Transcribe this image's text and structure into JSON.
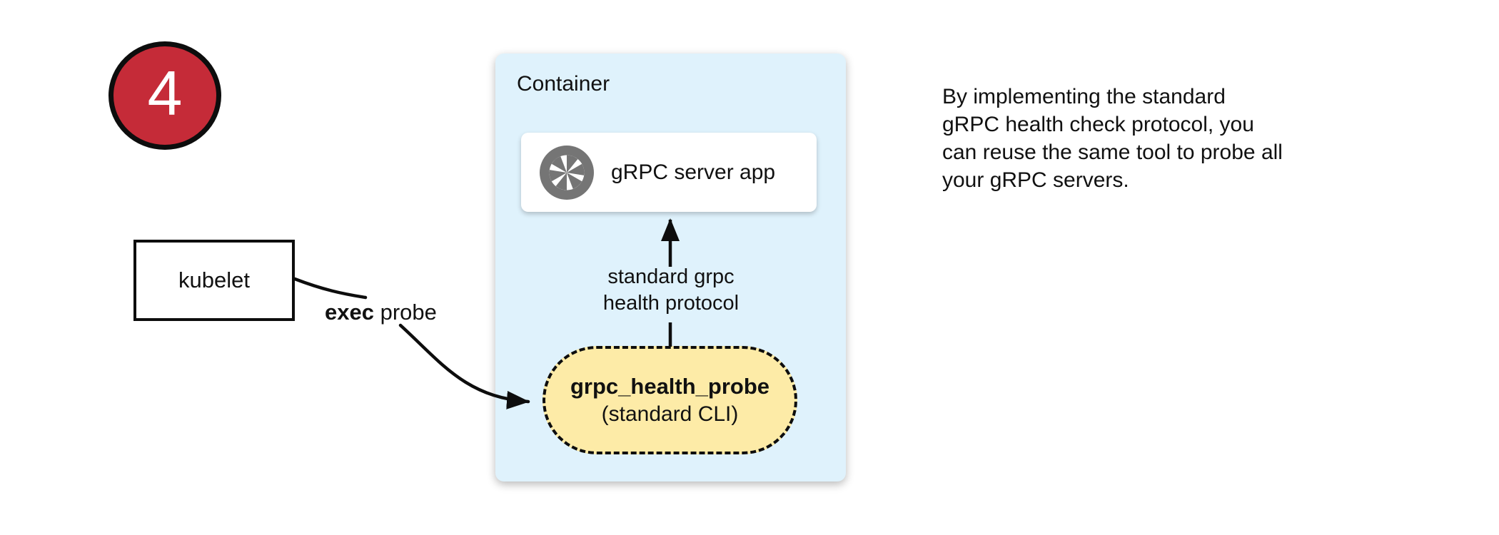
{
  "badge": {
    "number": "4"
  },
  "kubelet": {
    "label": "kubelet"
  },
  "probe_arrow": {
    "label_bold": "exec",
    "label_rest": " probe"
  },
  "container": {
    "title": "Container",
    "server_app": {
      "label": "gRPC server app",
      "icon": "aperture-icon"
    },
    "protocol_arrow": {
      "label": "standard grpc\nhealth protocol"
    },
    "health_probe": {
      "title": "grpc_health_probe",
      "subtitle": "(standard CLI)"
    }
  },
  "note": {
    "text": "By implementing the standard\ngRPC health check protocol, you\ncan reuse the same tool to probe all\nyour gRPC servers."
  },
  "colors": {
    "badge_bg": "#c52b38",
    "container_bg": "#dff2fc",
    "pill_bg": "#fdeba7",
    "icon_gray": "#757575",
    "stroke": "#0d0d0d"
  }
}
